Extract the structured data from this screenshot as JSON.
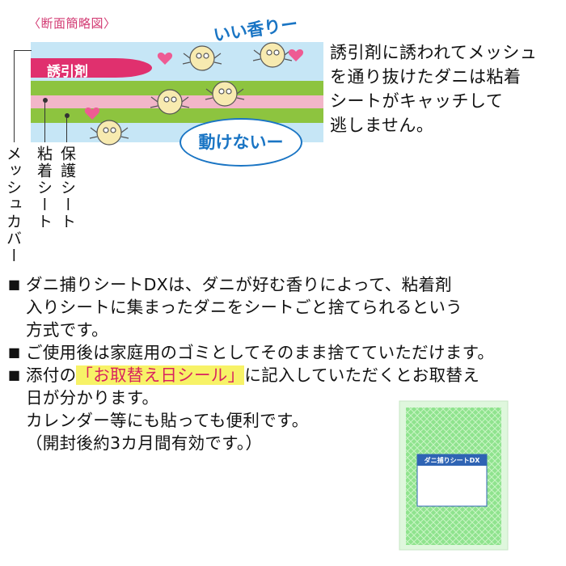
{
  "diagram": {
    "title": "〈断面簡略図〉",
    "attractant_label": "誘引剤",
    "bubble_good_smell": "いい香りー",
    "bubble_cant_move": "動けないー",
    "labels": [
      "メッシュカバー",
      "粘着シート",
      "保護シート"
    ],
    "colors": {
      "mesh": "#c6e6f6",
      "green": "#8dc43f",
      "pink": "#f2b6c8",
      "attractant": "#e0306e",
      "heart": "#ee5b93",
      "label_bubble_text": "#1a75c4"
    }
  },
  "description": {
    "lines": [
      "誘引剤に誘われてメッシュ",
      "を通り抜けたダニは粘着",
      "シートがキャッチして",
      "逃しません。"
    ]
  },
  "bullets": {
    "mark": "■",
    "b1": {
      "line1": "ダニ捕りシートDXは、ダニが好む香りによって、粘着剤",
      "line2": "入りシートに集まったダニをシートごと捨てられるという",
      "line3": "方式です。"
    },
    "b2": {
      "line1": "ご使用後は家庭用のゴミとしてそのまま捨てていただけます。"
    },
    "b3": {
      "pre": "添付の",
      "highlight": "「お取替え日シール」",
      "post": "に記入していただくとお取替え",
      "line2": "日が分かります。",
      "line3": "カレンダー等にも貼っても便利です。",
      "line4": "（開封後約3カ月間有効です。）"
    }
  },
  "product": {
    "name": "ダニ捕りシートDX",
    "colors": {
      "bag": "#8fe38e",
      "label": "#ffffff",
      "label_head": "#2f64b4"
    }
  }
}
